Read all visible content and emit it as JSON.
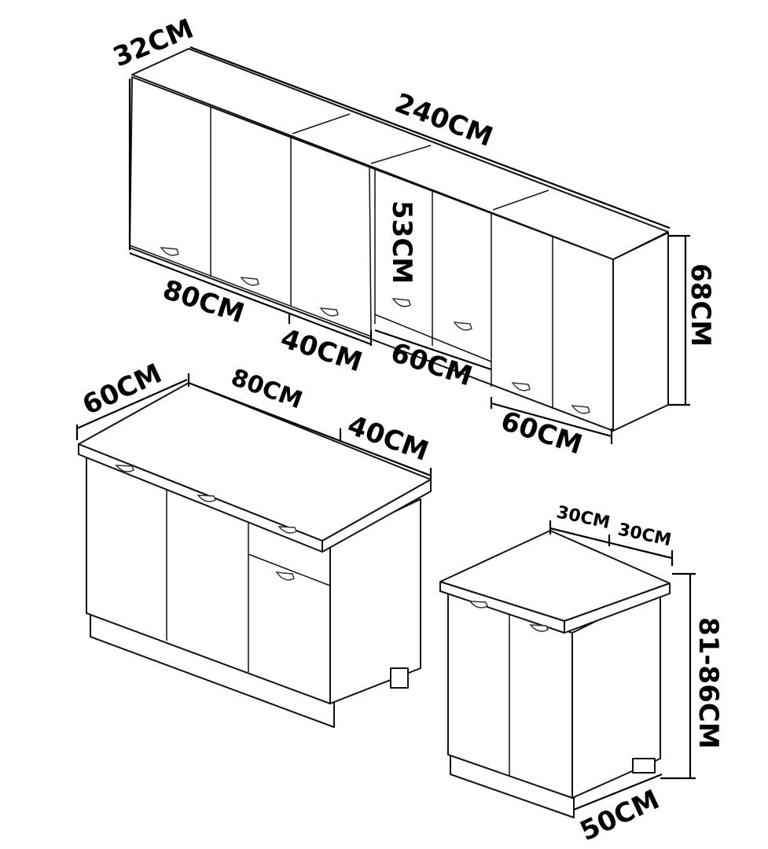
{
  "diagram": {
    "title": "Kitchen cabinet set dimensions",
    "upper_unit": {
      "depth": "32CM",
      "total_width": "240CM",
      "inner_height": "53CM",
      "height": "68CM",
      "width_a": "80CM",
      "width_b": "40CM",
      "width_c": "60CM",
      "width_d": "60CM"
    },
    "base_unit_large": {
      "depth": "60CM",
      "width_a": "80CM",
      "width_b": "40CM"
    },
    "base_unit_small": {
      "width_a": "30CM",
      "width_b": "30CM",
      "height": "81-86CM",
      "depth": "50CM"
    },
    "colors": {
      "line": "#111111",
      "background": "#ffffff"
    }
  }
}
